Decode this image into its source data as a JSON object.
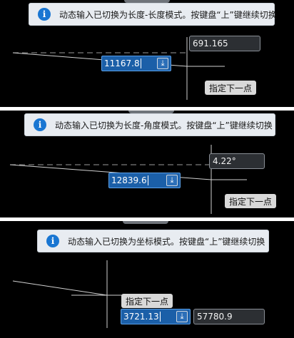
{
  "panels": [
    {
      "banner_text": "动态输入已切换为长度-长度模式。按键盘“上”键继续切换",
      "input_value": "11167.8",
      "value_box": "691.165",
      "prompt": "指定下一点"
    },
    {
      "banner_text": "动态输入已切换为长度-角度模式。按键盘“上”键继续切换",
      "input_value": "12839.6",
      "value_box": "4.22°",
      "prompt": "指定下一点"
    },
    {
      "banner_text": "动态输入已切换为坐标模式。按键盘“上”键继续切换",
      "input_value": "3721.13",
      "value_box": "57780.9",
      "prompt": "指定下一点"
    }
  ],
  "icons": {
    "info": "info-icon",
    "lock": "down-arrow-lock-icon"
  },
  "colors": {
    "info_blue": "#1976d2",
    "input_highlight": "#1b5fa8",
    "banner_bg": "#e8ecf1",
    "canvas_bg": "#000000"
  }
}
